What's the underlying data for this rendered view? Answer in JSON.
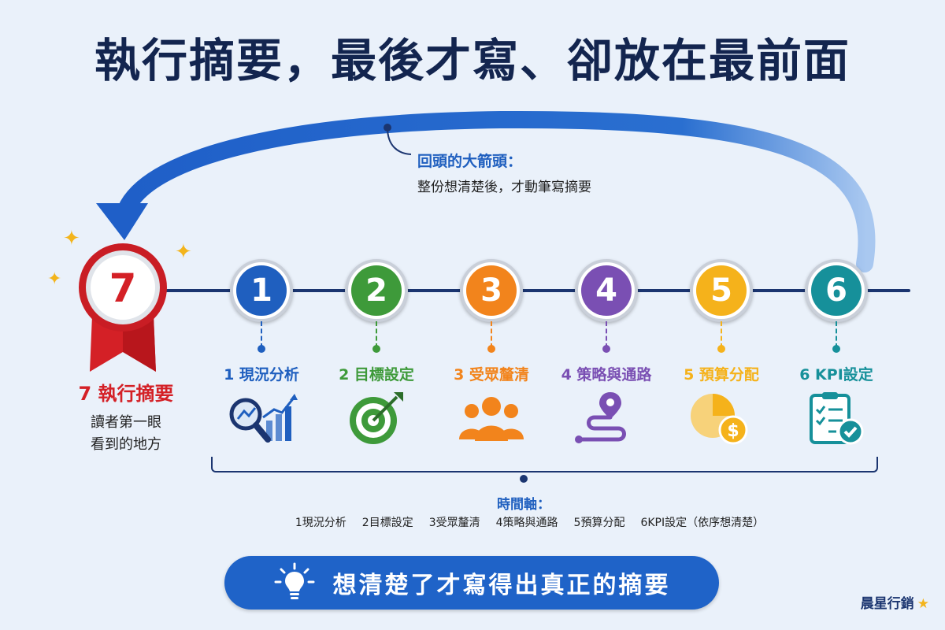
{
  "title": "執行摘要，最後才寫、卻放在最前面",
  "callout": {
    "title": "回頭的大箭頭：",
    "text": "整份想清楚後，才動筆寫摘要"
  },
  "badge": {
    "number": "7",
    "title": "7 執行摘要",
    "desc_line1": "讀者第一眼",
    "desc_line2": "看到的地方"
  },
  "steps": [
    {
      "number": "1",
      "label": "1 現況分析",
      "icon": "magnifier-chart-icon",
      "color": "#1f5fbf"
    },
    {
      "number": "2",
      "label": "2 目標設定",
      "icon": "target-icon",
      "color": "#3e9a3a"
    },
    {
      "number": "3",
      "label": "3 受眾釐清",
      "icon": "people-icon",
      "color": "#f2841c"
    },
    {
      "number": "4",
      "label": "4 策略與通路",
      "icon": "route-icon",
      "color": "#7a4fb3"
    },
    {
      "number": "5",
      "label": "5 預算分配",
      "icon": "pie-dollar-icon",
      "color": "#f5b21b"
    },
    {
      "number": "6",
      "label": "6 KPI設定",
      "icon": "checklist-icon",
      "color": "#16909a"
    }
  ],
  "timeline": {
    "caption": "時間軸：",
    "sequence": [
      "1現況分析",
      "2目標設定",
      "3受眾釐清",
      "4策略與通路",
      "5預算分配",
      "6KPI設定（依序想清楚）"
    ]
  },
  "banner": {
    "text": "想清楚了才寫得出真正的摘要",
    "icon": "lightbulb-icon"
  },
  "brand": {
    "name": "晨星行銷",
    "icon": "star-icon"
  },
  "colors": {
    "title": "#13254f",
    "accent": "#1f63c8",
    "badge": "#d42026",
    "line": "#1b3570"
  }
}
